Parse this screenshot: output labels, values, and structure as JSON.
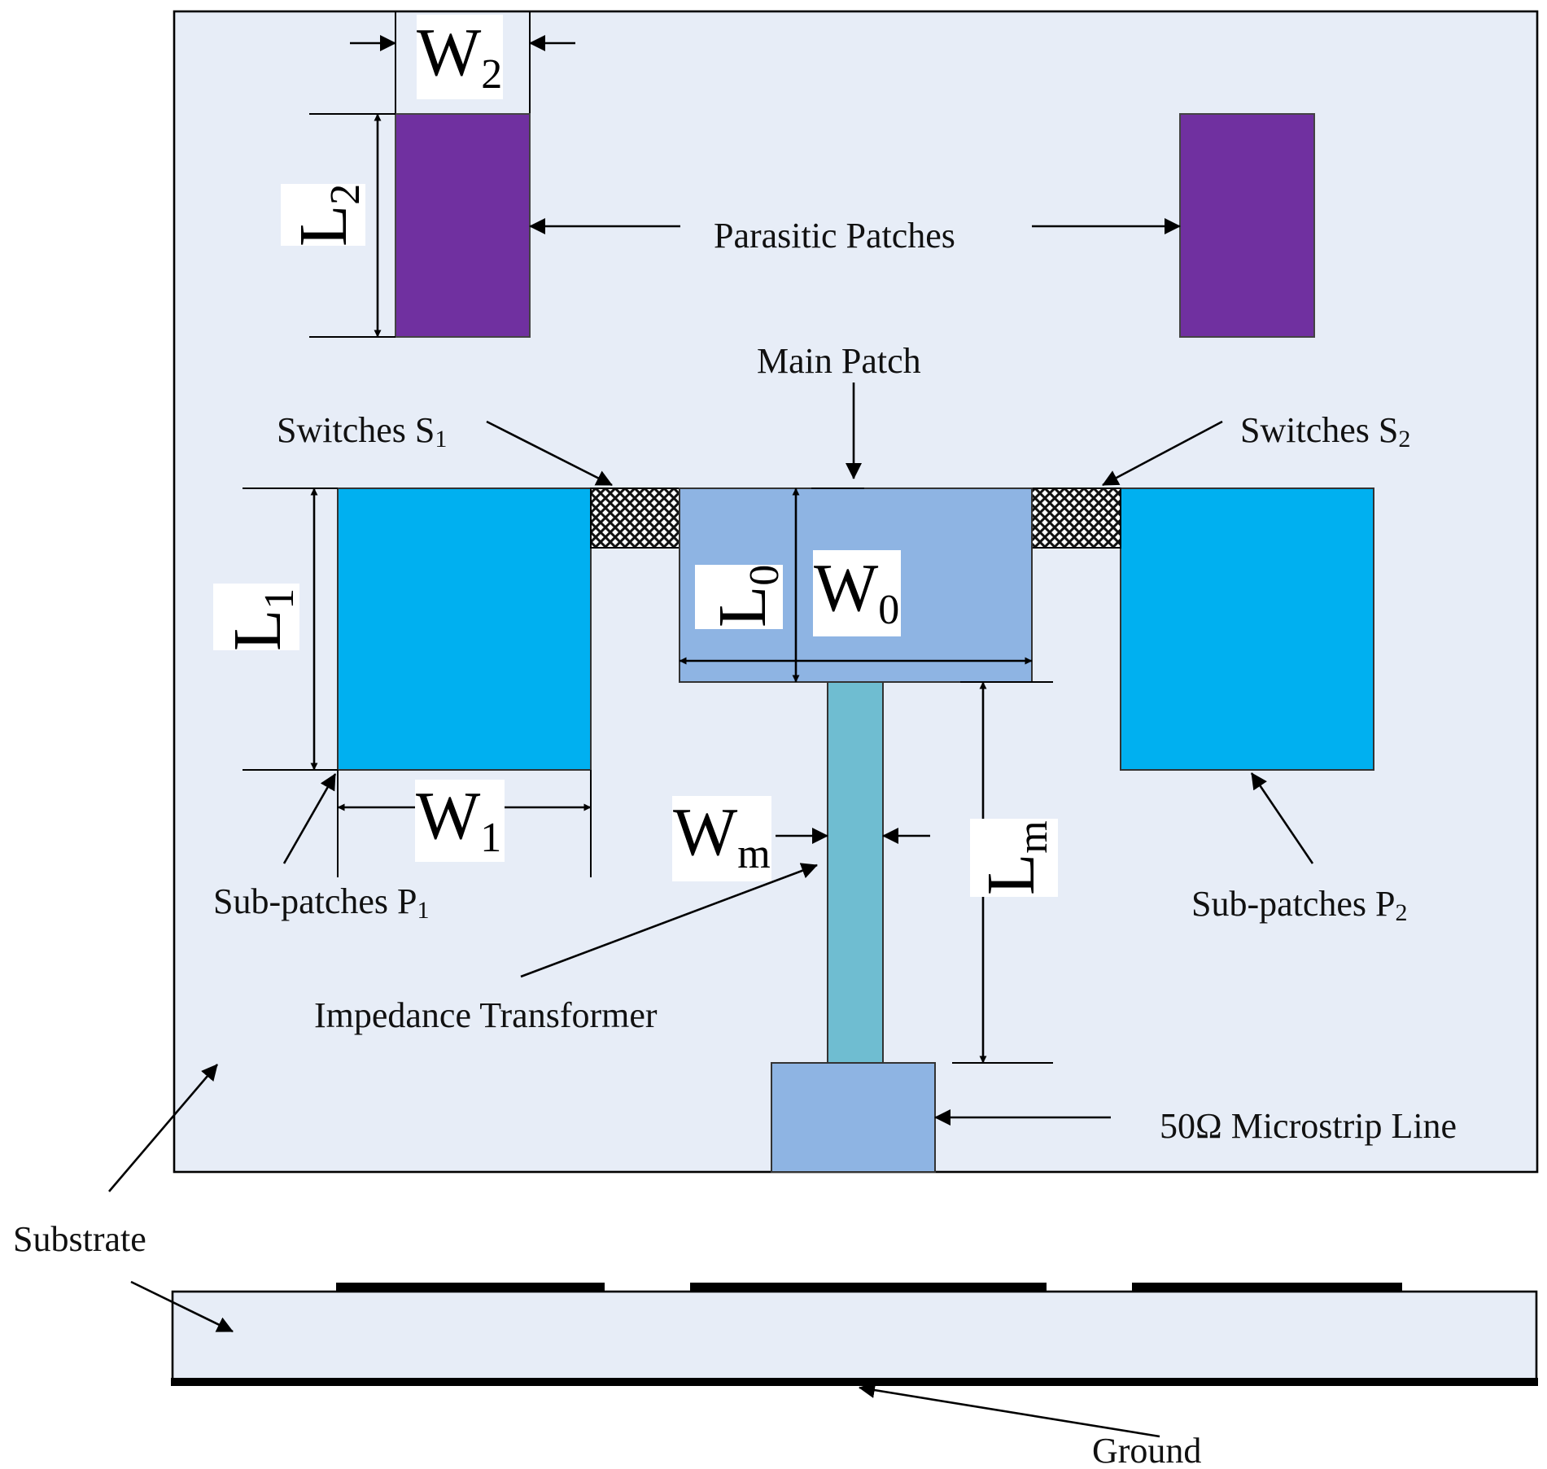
{
  "labels": {
    "parasitic_patches": "Parasitic Patches",
    "main_patch": "Main Patch",
    "switches_s1": "Switches S",
    "switches_s1_sub": "1",
    "switches_s2": "Switches S",
    "switches_s2_sub": "2",
    "sub_patches_p1": "Sub-patches P",
    "sub_patches_p1_sub": "1",
    "sub_patches_p2": "Sub-patches P",
    "sub_patches_p2_sub": "2",
    "impedance_transformer": "Impedance Transformer",
    "microstrip_line": "50Ω Microstrip Line",
    "substrate": "Substrate",
    "ground": "Ground"
  },
  "dimensions": {
    "w2": {
      "base": "W",
      "sub": "2"
    },
    "l2": {
      "base": "L",
      "sub": "2"
    },
    "l1": {
      "base": "L",
      "sub": "1"
    },
    "w1": {
      "base": "W",
      "sub": "1"
    },
    "l0": {
      "base": "L",
      "sub": "0"
    },
    "w0": {
      "base": "W",
      "sub": "0"
    },
    "wm": {
      "base": "W",
      "sub": "m"
    },
    "lm": {
      "base": "L",
      "sub": "m"
    }
  },
  "colors": {
    "substrate": "#e7edf7",
    "parasitic_patch": "#7030a0",
    "sub_patch": "#00b0f0",
    "main_patch": "#8eb4e3",
    "transformer": "#6fbdd1",
    "microstrip": "#8eb4e3",
    "copper": "#000000"
  }
}
